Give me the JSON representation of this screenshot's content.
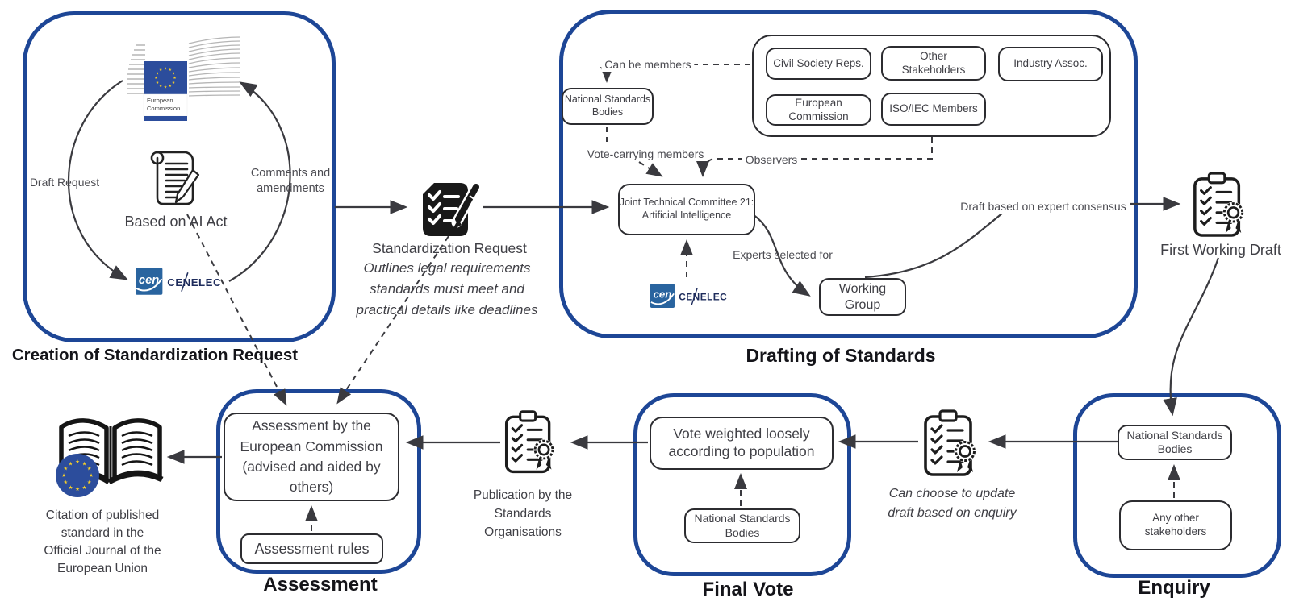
{
  "colors": {
    "container_border": "#1d4696",
    "box_border": "#2c2c30",
    "text": "#3f3f45",
    "label_text": "#4c4c52",
    "title_text": "#141419",
    "arrow": "#3a3a3f",
    "eu_blue": "#2c4d9c",
    "star_yellow": "#f7cf27",
    "cen_blue": "#29649f",
    "cenelec_navy": "#1e2c5c"
  },
  "logos": {
    "ec": {
      "line1": "European",
      "line2": "Commission"
    },
    "cen": "cen",
    "cenelec": "CENELEC"
  },
  "stages": {
    "creation": {
      "title": "Creation of Standardization Request",
      "draft_request_label": "Draft Request",
      "comments_label": [
        "Comments and",
        "amendments"
      ],
      "based_on": "Based on AI Act"
    },
    "drafting": {
      "title": "Drafting of Standards",
      "can_be_members_label": "Can be members",
      "vote_carrying_label": "Vote-carrying members",
      "observers_label": "Observers",
      "experts_label": "Experts selected for",
      "consensus_label": "Draft based on expert consensus",
      "national_standards_bodies": [
        "National Standards",
        "Bodies"
      ],
      "member_types": {
        "civil_society": "Civil Society Reps.",
        "other_stakeholders": [
          "Other",
          "Stakeholders"
        ],
        "industry": "Industry Assoc.",
        "european_commission": [
          "European",
          "Commission"
        ],
        "iso_iec": "ISO/IEC Members"
      },
      "jtc": [
        "Joint Technical Committee 21:",
        "Artificial Intelligence"
      ],
      "working_group": "Working Group"
    },
    "enquiry": {
      "title": "Enquiry",
      "national_standards_bodies": [
        "National Standards",
        "Bodies"
      ],
      "any_other_stakeholders": [
        "Any other",
        "stakeholders"
      ]
    },
    "final_vote": {
      "title": "Final Vote",
      "vote_box": [
        "Vote weighted loosely",
        "according to population"
      ],
      "national_standards_bodies": [
        "National Standards",
        "Bodies"
      ]
    },
    "assessment": {
      "title": "Assessment",
      "main_box": [
        "Assessment by the",
        "European Commission",
        "(advised and aided by",
        "others)"
      ],
      "rules_box": "Assessment rules"
    }
  },
  "flow": {
    "standardization_request": {
      "title": "Standardization Request",
      "note": [
        "Outlines legal requirements",
        "standards must meet and",
        "practical details like deadlines"
      ]
    },
    "first_working_draft": "First Working Draft",
    "update_note": [
      "Can choose to update",
      "draft based on enquiry"
    ],
    "publication": [
      "Publication by the",
      "Standards",
      "Organisations"
    ],
    "citation": [
      "Citation of published",
      "standard in the",
      "Official Journal of the",
      "European Union"
    ]
  }
}
